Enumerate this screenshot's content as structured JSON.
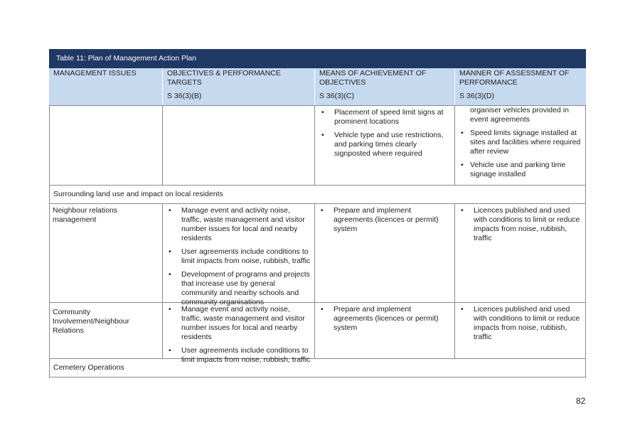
{
  "table": {
    "title": "Table 11:  Plan of Management Action Plan",
    "headers": [
      {
        "label": "MANAGEMENT ISSUES",
        "sub": ""
      },
      {
        "label": "OBJECTIVES & PERFORMANCE TARGETS",
        "sub": "S 36(3)(B)"
      },
      {
        "label": "MEANS OF ACHIEVEMENT OF OBJECTIVES",
        "sub": "S 36(3)(C)"
      },
      {
        "label": "MANNER OF ASSESSMENT OF PERFORMANCE",
        "sub": "S 36(3)(D)"
      }
    ],
    "row0": {
      "means": [
        "Placement of speed limit signs at prominent locations",
        "Vehicle type and use restrictions, and parking times clearly signposted where required"
      ],
      "assessment_continued": "organiser vehicles provided in event agreements",
      "assessment": [
        "Speed limits signage installed at sites and facilities where required after review",
        "Vehicle use and parking time signage installed"
      ]
    },
    "section1": "Surrounding land use and impact on local residents",
    "row1": {
      "issue": "Neighbour relations management",
      "objectives": [
        "Manage event and activity noise, traffic, waste management and visitor number issues for local and nearby residents",
        "User agreements include conditions to limit impacts from noise, rubbish, traffic",
        "Development of programs and projects that increase use by general community and nearby schools and community organisations"
      ],
      "means": [
        "Prepare and implement agreements (licences or permit) system"
      ],
      "assessment": [
        "Licences published and used with conditions to limit or reduce impacts from noise, rubbish, traffic"
      ]
    },
    "row2": {
      "issue": "Community Involvement/Neighbour Relations",
      "objectives": [
        "Manage event and activity noise, traffic, waste management and visitor number issues for local and nearby residents",
        "User agreements include conditions to limit impacts from noise, rubbish, traffic"
      ],
      "means": [
        "Prepare and implement agreements (licences or permit) system"
      ],
      "assessment": [
        "Licences published and used with conditions to limit or reduce impacts from noise, rubbish, traffic"
      ]
    },
    "section2": "Cemetery Operations"
  },
  "page_number": "82"
}
